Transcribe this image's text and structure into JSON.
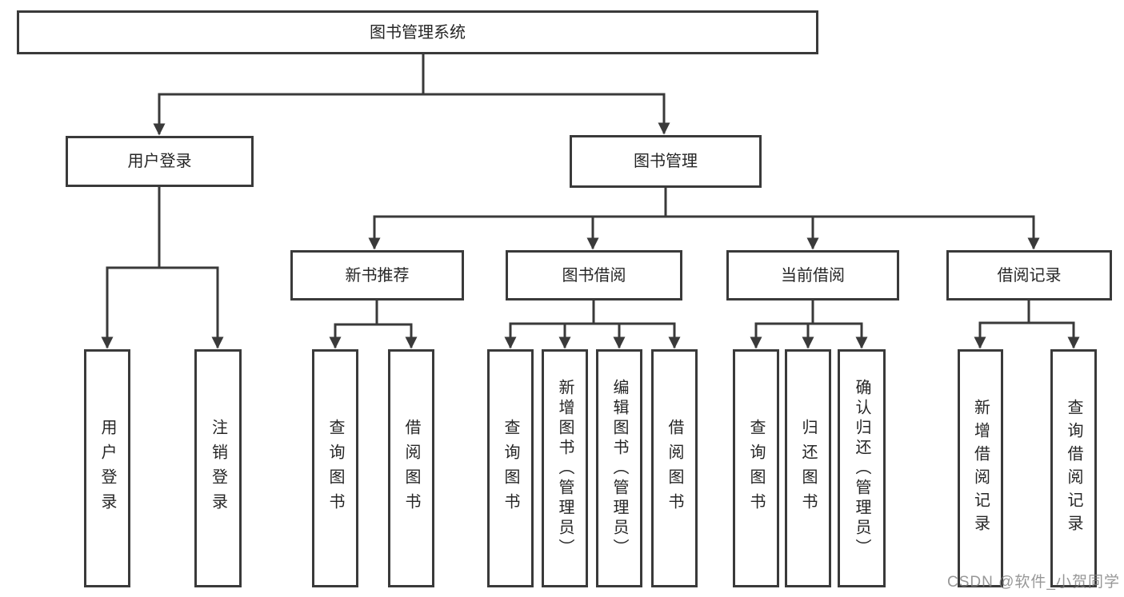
{
  "tree": {
    "root": {
      "label": "图书管理系统",
      "children": [
        {
          "label": "用户登录",
          "children": [
            {
              "label": "用户登录"
            },
            {
              "label": "注销登录"
            }
          ]
        },
        {
          "label": "图书管理",
          "children": [
            {
              "label": "新书推荐",
              "children": [
                {
                  "label": "查询图书"
                },
                {
                  "label": "借阅图书"
                }
              ]
            },
            {
              "label": "图书借阅",
              "children": [
                {
                  "label": "查询图书"
                },
                {
                  "label": "新增图书（管理员）"
                },
                {
                  "label": "编辑图书（管理员）"
                },
                {
                  "label": "借阅图书"
                }
              ]
            },
            {
              "label": "当前借阅",
              "children": [
                {
                  "label": "查询图书"
                },
                {
                  "label": "归还图书"
                },
                {
                  "label": "确认归还（管理员）"
                }
              ]
            },
            {
              "label": "借阅记录",
              "children": [
                {
                  "label": "新增借阅记录"
                },
                {
                  "label": "查询借阅记录"
                }
              ]
            }
          ]
        }
      ]
    }
  },
  "watermark": {
    "text": "CSDN @软件_小贺同学"
  },
  "colors": {
    "line": "#3a3a3a",
    "text": "#262626",
    "background": "#ffffff",
    "watermark": "#7d7d7d"
  }
}
